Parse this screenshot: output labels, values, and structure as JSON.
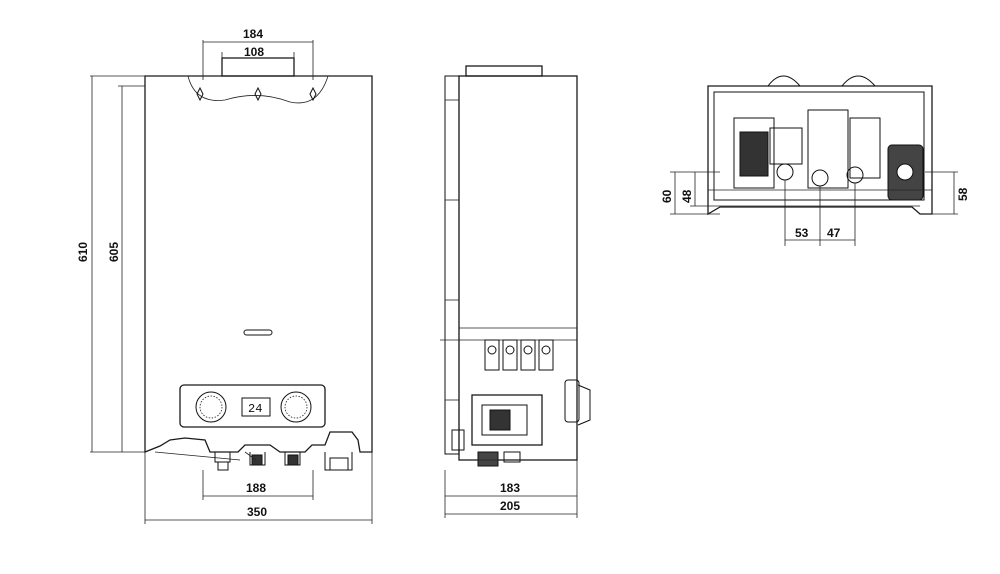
{
  "front_view": {
    "dim_top_outer": "184",
    "dim_top_inner": "108",
    "dim_height_total": "610",
    "dim_height_inner": "605",
    "dim_connections": "188",
    "dim_width": "350",
    "display_readout": "24"
  },
  "side_view": {
    "dim_depth_inner": "183",
    "dim_depth_total": "205"
  },
  "bottom_view": {
    "dim_60": "60",
    "dim_48": "48",
    "dim_58": "58",
    "dim_53": "53",
    "dim_47": "47"
  }
}
